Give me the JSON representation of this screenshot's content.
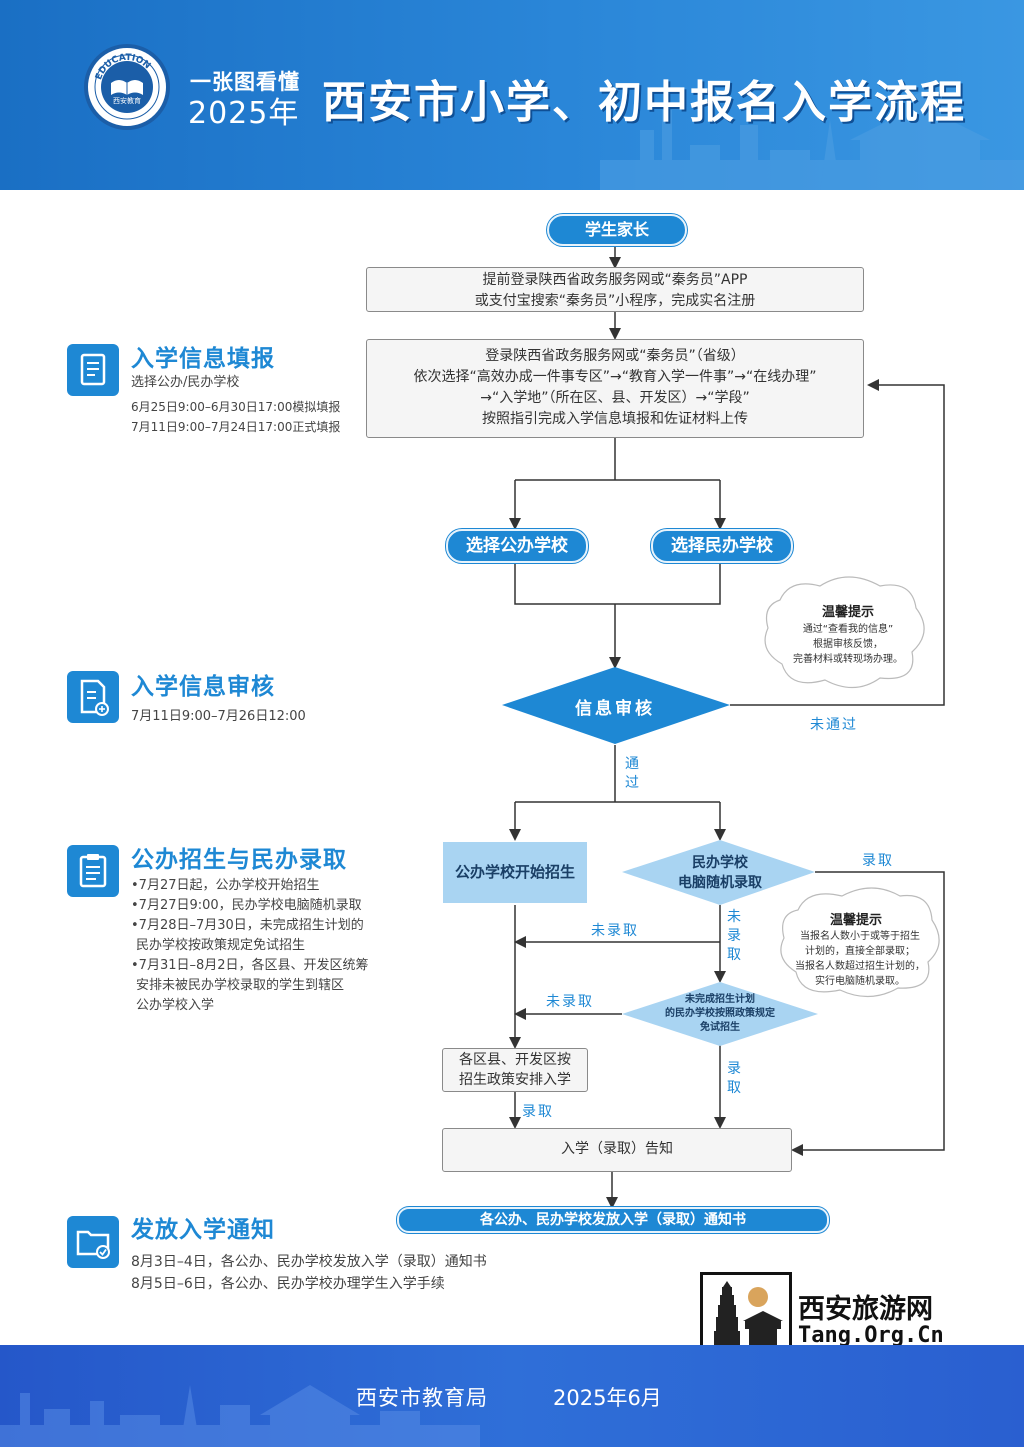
{
  "header": {
    "logo_text": "西安教育",
    "logo_ring_text": "EDUCATION",
    "subtitle_line1": "一张图看懂",
    "subtitle_line2": "2025年",
    "title": "西安市小学、初中报名入学流程"
  },
  "flow": {
    "start": "学生家长",
    "register_line1": "提前登录陕西省政务服务网或“秦务员”APP",
    "register_line2": "或支付宝搜索“秦务员”小程序，完成实名注册",
    "fill_line1": "登录陕西省政务服务网或“秦务员”（省级）",
    "fill_line2": "依次选择“高效办成一件事专区”→“教育入学一件事”→“在线办理”",
    "fill_line3": "→“入学地”（所在区、县、开发区）→“学段”",
    "fill_line4": "按照指引完成入学信息填报和佐证材料上传",
    "choose_public": "选择公办学校",
    "choose_private": "选择民办学校",
    "review": "信息审核",
    "not_passed": "未通过",
    "passed": "通过",
    "public_start": "公办学校开始招生",
    "private_lottery_line1": "民办学校",
    "private_lottery_line2": "电脑随机录取",
    "admitted": "录取",
    "not_admitted": "未录取",
    "exempt_line1": "未完成招生计划",
    "exempt_line2": "的民办学校按照政策规定",
    "exempt_line3": "免试招生",
    "district_line1": "各区县、开发区按",
    "district_line2": "招生政策安排入学",
    "notice": "入学（录取）告知",
    "issue": "各公办、民办学校发放入学（录取）通知书"
  },
  "tips": [
    {
      "title": "温馨提示",
      "line1": "通过“查看我的信息”",
      "line2": "根据审核反馈，",
      "line3": "完善材料或转现场办理。"
    },
    {
      "title": "温馨提示",
      "line1": "当报名人数小于或等于招生",
      "line2": "计划的，直接全部录取；",
      "line3": "当报名人数超过招生计划的，",
      "line4": "实行电脑随机录取。"
    }
  ],
  "sections": [
    {
      "title": "入学信息填报",
      "icon": "document-list-icon",
      "lines": [
        "选择公办/民办学校",
        "6月25日9:00–6月30日17:00模拟填报",
        "7月11日9:00–7月24日17:00正式填报"
      ]
    },
    {
      "title": "入学信息审核",
      "icon": "document-review-icon",
      "lines": [
        "7月11日9:00–7月26日12:00"
      ]
    },
    {
      "title": "公办招生与民办录取",
      "icon": "clipboard-list-icon",
      "lines": [
        "•7月27日起，公办学校开始招生",
        "•7月27日9:00，民办学校电脑随机录取",
        "•7月28日–7月30日，未完成招生计划的",
        "民办学校按政策规定免试招生",
        "•7月31日–8月2日，各区县、开发区统筹",
        "安排未被民办学校录取的学生到辖区",
        "公办学校入学"
      ]
    },
    {
      "title": "发放入学通知",
      "icon": "folder-check-icon",
      "lines": [
        "8月3日–4日，各公办、民办学校发放入学（录取）通知书",
        "8月5日–6日，各公办、民办学校办理学生入学手续"
      ]
    }
  ],
  "watermark": {
    "name": "西安旅游网",
    "url": "Tang.Org.Cn"
  },
  "footer": {
    "org": "西安市教育局",
    "date": "2025年6月"
  },
  "colors": {
    "primary": "#1e88d4",
    "header_blue": "#2a86d8",
    "footer_blue": "#2f6fd8",
    "light_blue": "#a9d4f2"
  }
}
